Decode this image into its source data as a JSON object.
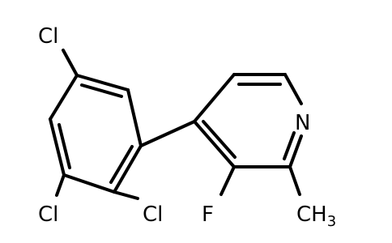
{
  "molecule": {
    "atoms": {
      "cl_top": "Cl",
      "cl_bottom_left": "Cl",
      "cl_bottom_mid": "Cl",
      "n": "N",
      "f": "F",
      "methyl_c": "CH",
      "methyl_sub": "3"
    },
    "colors": {
      "bond": "#000000",
      "text": "#000000",
      "background": "#ffffff"
    }
  }
}
